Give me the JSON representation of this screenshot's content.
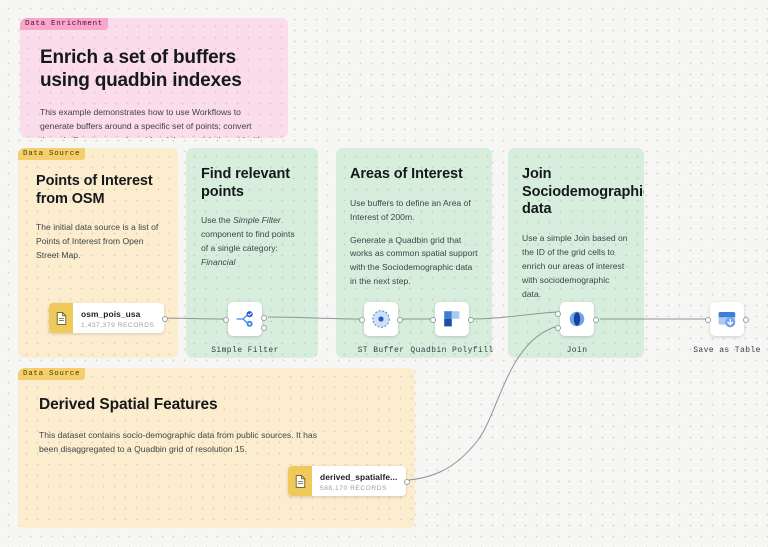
{
  "canvas": {
    "background_color": "#f6f6f4",
    "dot_color": "#d7d7d2"
  },
  "panels": [
    {
      "id": "data-enrichment",
      "tag": "Data Enrichment",
      "tag_color": "#f9a6cc",
      "bg_color": "#fbdcea",
      "title": "Enrich a set of buffers using quadbin indexes",
      "body1": "This example demonstrates how to use Workflows to generate buffers around a specific set of points; convert those buffers to a regular grid and then enrich the grid with socio-demographic data from CARTO Spatial Features.",
      "body2": ""
    },
    {
      "id": "points-of-interest",
      "tag": "Data Source",
      "tag_color": "#f4cf6b",
      "bg_color": "#fbedcd",
      "title": "Points of Interest from OSM",
      "body1": "The initial data source is a list of Points of Interest from Open Street Map.",
      "body2": ""
    },
    {
      "id": "find-relevant-points",
      "tag": "",
      "bg_color": "#d7eedd",
      "title": "Find relevant points",
      "body1_pre": "Use the ",
      "body1_em": "Simple Filter",
      "body1_mid": " component to find points of a single category: ",
      "body1_em2": "Financial",
      "body2": ""
    },
    {
      "id": "areas-of-interest",
      "tag": "",
      "bg_color": "#d7eedd",
      "title": "Areas of Interest",
      "body1": "Use buffers to define an Area of Interest of 200m.",
      "body2": "Generate a Quadbin grid that works as common spatial support with the Sociodemographic data in the next step."
    },
    {
      "id": "join-sociodemographic-data",
      "tag": "",
      "bg_color": "#d7eedd",
      "title": "Join Sociodemographic data",
      "body1": "Use a simple Join based on the ID of the grid cells to enrich our areas of interest with sociodemographic data.",
      "body2": ""
    },
    {
      "id": "derived-spatial-features",
      "tag": "Data Source",
      "tag_color": "#f4cf6b",
      "bg_color": "#fbedcd",
      "title": "Derived Spatial Features",
      "body1": "This dataset contains socio-demographic data from public sources. It has been disaggregated to a Quadbin grid of resolution 15.",
      "body2": ""
    }
  ],
  "sources": [
    {
      "id": "osm-pois-usa",
      "name": "osm_pois_usa",
      "records": "1,437,379 RECORDS",
      "icon": "file-icon"
    },
    {
      "id": "derived-spatialfeatures",
      "name": "derived_spatialfe...",
      "records": "588,170 RECORDS",
      "icon": "file-icon"
    }
  ],
  "nodes": [
    {
      "id": "simple-filter",
      "label": "Simple Filter",
      "icon": "filter-branch-icon"
    },
    {
      "id": "st-buffer",
      "label": "ST Buffer",
      "icon": "buffer-circle-icon"
    },
    {
      "id": "quadbin-polyfill",
      "label": "Quadbin Polyfill",
      "icon": "quadbin-squares-icon"
    },
    {
      "id": "join",
      "label": "Join",
      "icon": "join-venn-icon"
    },
    {
      "id": "save-as-table",
      "label": "Save as Table",
      "icon": "save-table-icon"
    }
  ],
  "colors": {
    "accent_blue": "#2563c9",
    "node_label": "#3b4045",
    "edge": "#8d9397"
  }
}
